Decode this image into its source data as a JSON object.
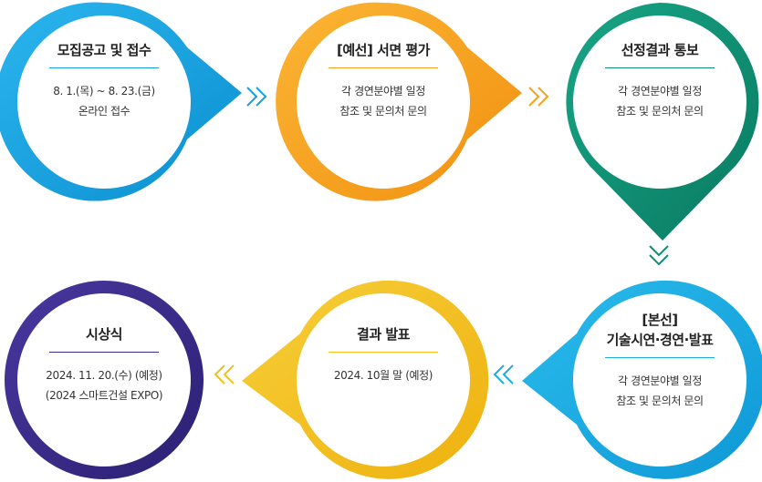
{
  "steps": [
    {
      "title": "모집공고 및 접수",
      "lines": [
        "8. 1.(목) ~ 8. 23.(금)",
        "온라인 접수"
      ],
      "color": "#13a3e0"
    },
    {
      "title": "[예선] 서면 평가",
      "lines": [
        "각 경연분야별 일정",
        "참조 및 문의처 문의"
      ],
      "color": "#f7a11c"
    },
    {
      "title": "선정결과 통보",
      "lines": [
        "각 경연분야별 일정",
        "참조 및 문의처 문의"
      ],
      "color": "#0f8f73"
    },
    {
      "title_1": "[본선]",
      "title_2": "기술시연·경연·발표",
      "lines": [
        "각 경연분야별 일정",
        "참조 및 문의처 문의"
      ],
      "color": "#1aaee2"
    },
    {
      "title": "결과 발표",
      "lines": [
        "2024. 10월 말 (예정)"
      ],
      "color": "#f2c019"
    },
    {
      "title": "시상식",
      "lines": [
        "2024. 11. 20.(수) (예정)",
        "(2024 스마트건설 EXPO)"
      ],
      "color": "#3a2a8c"
    }
  ],
  "icons": {
    "arrow_right": "double-chevron-right-icon",
    "arrow_down": "double-chevron-down-icon",
    "arrow_left": "double-chevron-left-icon"
  }
}
